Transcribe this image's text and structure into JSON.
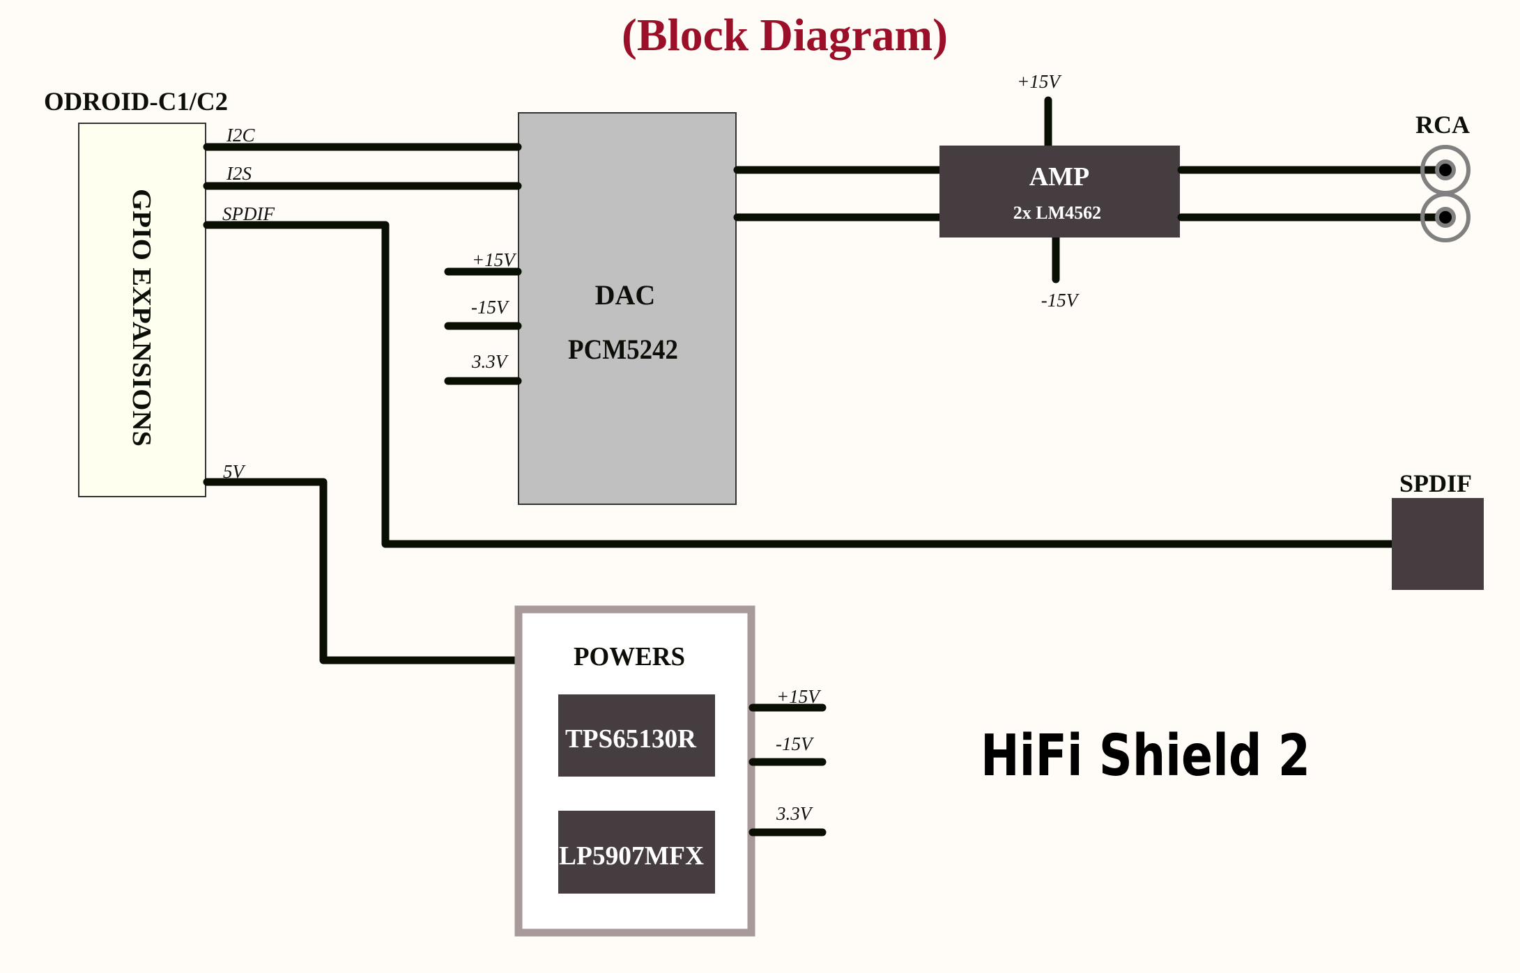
{
  "title": "(Block Diagram)",
  "product_name": "HiFi Shield 2",
  "colors": {
    "background": "#fffcf7",
    "title": "#9b1028",
    "wire": "#0a0f04",
    "gpio_fill": "#fffff0",
    "dac_fill": "#c0c0c0",
    "chip_fill": "#453d40",
    "powers_border": "#a89a9a",
    "rca_ring": "#808080"
  },
  "host": {
    "label": "ODROID-C1/C2",
    "block_label": "GPIO EXPANSIONS",
    "signals": [
      "I2C",
      "I2S",
      "SPDIF",
      "5V"
    ]
  },
  "dac": {
    "label": "DAC",
    "part": "PCM5242",
    "power_pins": [
      "+15V",
      "-15V",
      "3.3V"
    ]
  },
  "amp": {
    "label": "AMP",
    "part": "2x LM4562",
    "supply_top": "+15V",
    "supply_bottom": "-15V"
  },
  "rca": {
    "label": "RCA",
    "channels": 2
  },
  "spdif_out": {
    "label": "SPDIF"
  },
  "powers": {
    "label": "POWERS",
    "chips": [
      "TPS65130R",
      "LP5907MFX"
    ],
    "outputs": [
      "+15V",
      "-15V",
      "3.3V"
    ]
  }
}
